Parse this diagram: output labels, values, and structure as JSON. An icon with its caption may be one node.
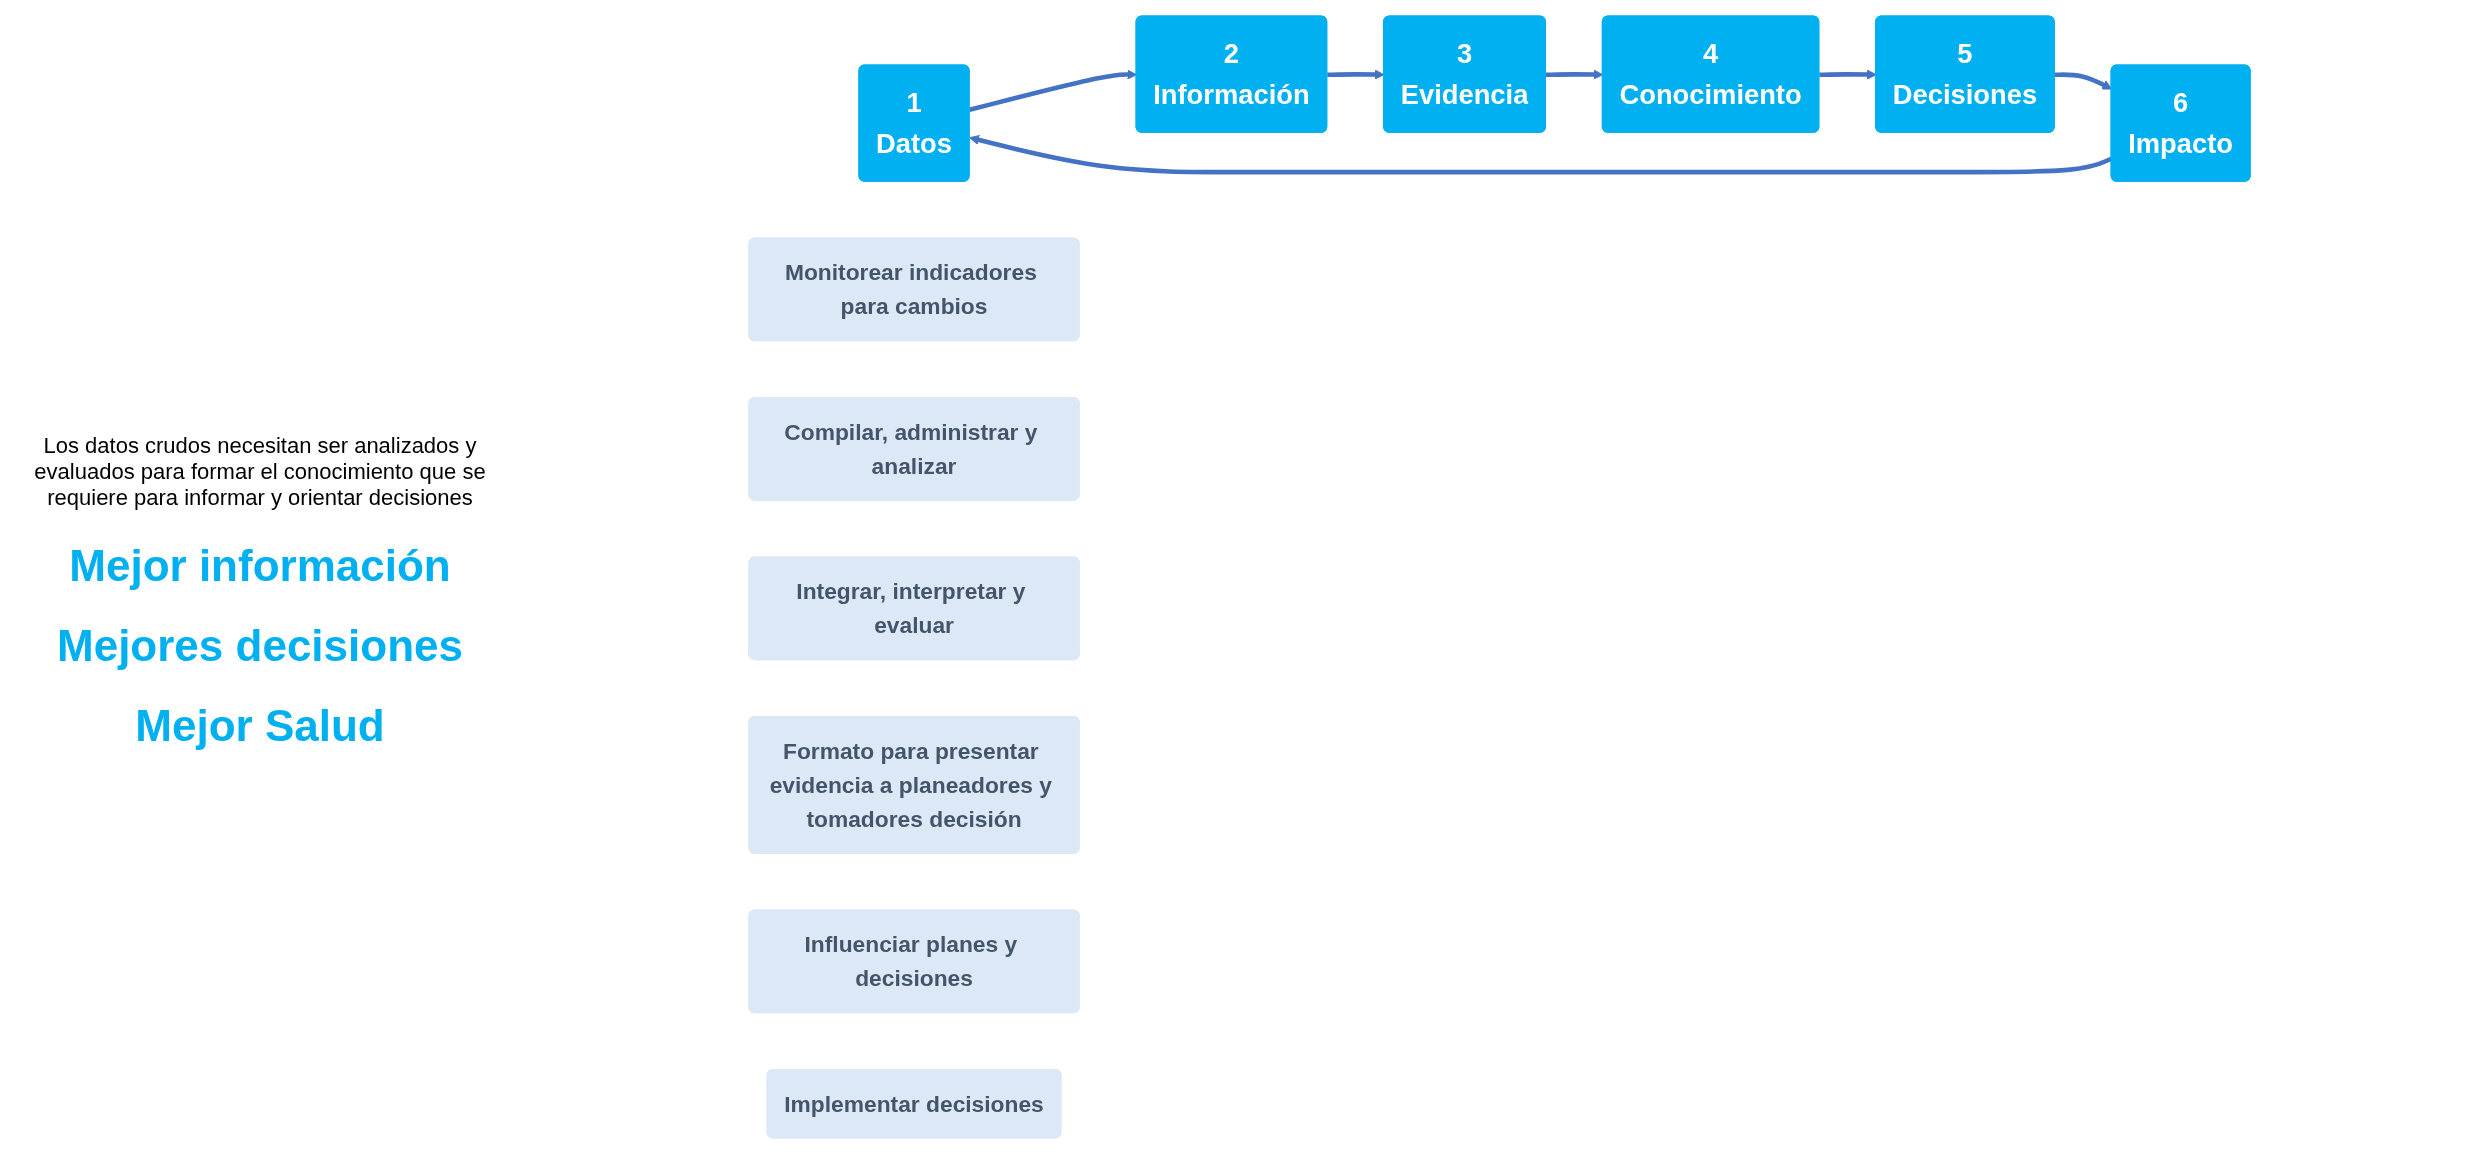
{
  "diagram": {
    "nodes": [
      {
        "text": [
          "1",
          "Datos"
        ]
      },
      {
        "text": [
          "2",
          "Información"
        ]
      },
      {
        "text": [
          "3",
          "Evidencia"
        ]
      },
      {
        "text": [
          "4",
          "Conocimiento"
        ]
      },
      {
        "text": [
          "5",
          "Decisiones"
        ]
      },
      {
        "text": [
          "6",
          "Impacto"
        ]
      },
      {
        "text": [
          "Monitorear indicadores para cambios"
        ]
      },
      {
        "text": [
          "Compilar, administrar y analizar"
        ]
      },
      {
        "text": [
          "Integrar, interpretar y evaluar"
        ]
      },
      {
        "text": [
          "Formato para presentar evidencia a planeadores y tomadores decisión"
        ]
      },
      {
        "text": [
          "Influenciar planes y decisiones"
        ]
      },
      {
        "text": [
          "Implementar decisiones"
        ]
      }
    ],
    "edges": [
      {
        "from": 0,
        "to": 1,
        "arrow": "to"
      },
      {
        "from": 1,
        "to": 2,
        "arrow": "to"
      },
      {
        "from": 2,
        "to": 3,
        "arrow": "to"
      },
      {
        "from": 3,
        "to": 4,
        "arrow": "to"
      },
      {
        "from": 4,
        "to": 5,
        "arrow": "to"
      },
      {
        "from": 5,
        "to": 0,
        "arrow": "to"
      }
    ],
    "labels": [
      "Los datos crudos necesitan ser analizados y evaluados para formar el conocimiento que se requiere para informar y orientar decisiones",
      "Mejor información",
      "Mejores decisiones",
      "Mejor Salud"
    ]
  }
}
